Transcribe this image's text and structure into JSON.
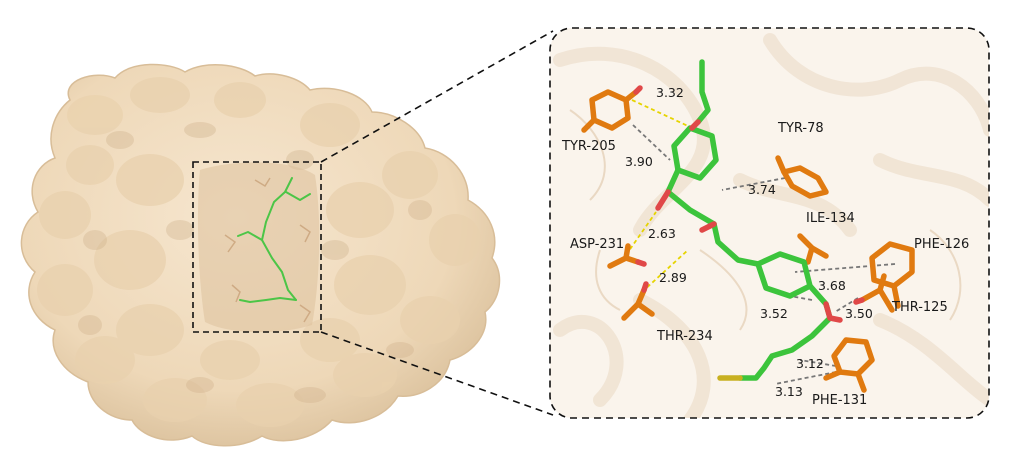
{
  "residues": {
    "tyr205": "TYR-205",
    "tyr78": "TYR-78",
    "ile134": "ILE-134",
    "phe126": "PHE-126",
    "asp231": "ASP-231",
    "thr125": "THR-125",
    "thr234": "THR-234",
    "phe131": "PHE-131"
  },
  "distances": {
    "d1": "3.32",
    "d2": "3.90",
    "d3": "3.74",
    "d4": "2.63",
    "d5": "2.89",
    "d6": "3.68",
    "d7": "3.52",
    "d8": "3.50",
    "d9": "3.12",
    "d10": "3.13"
  },
  "colors": {
    "protein_surface": "#f1dcc0",
    "ligand": "#3cc43c",
    "oxygen": "#e04848",
    "residue": "#e07a10",
    "sulfur": "#c8b020",
    "hbond": "#e6d400",
    "contact": "#707070"
  }
}
